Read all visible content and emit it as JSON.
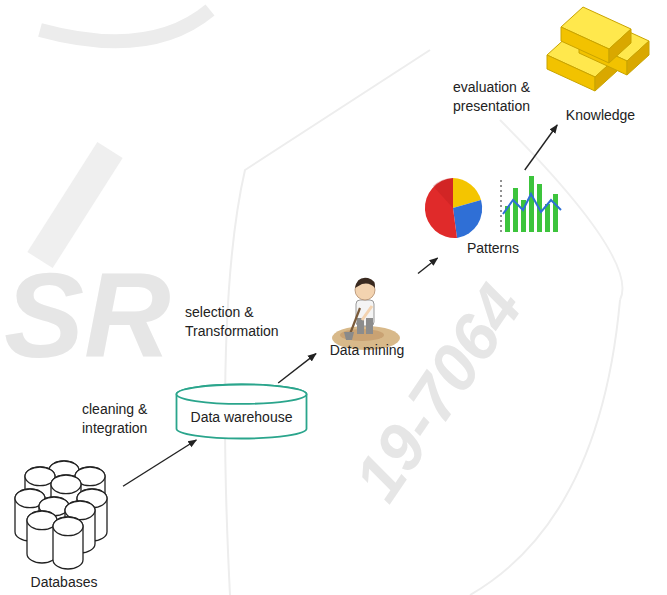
{
  "diagram": {
    "nodes": [
      {
        "text": [
          "Databases"
        ]
      },
      {
        "text": [
          "Data warehouse"
        ]
      },
      {
        "text": [
          "Data mining"
        ]
      },
      {
        "text": [
          "Patterns"
        ]
      },
      {
        "text": [
          "Knowledge"
        ]
      }
    ],
    "edges": [
      {
        "from": 0,
        "to": 1,
        "label": "cleaning & integration",
        "arrow": "to"
      },
      {
        "from": 1,
        "to": 2,
        "label": "selection & Transformation",
        "arrow": "to"
      },
      {
        "from": 2,
        "to": 3,
        "arrow": "to"
      },
      {
        "from": 3,
        "to": 4,
        "label": "evaluation & presentation",
        "arrow": "to"
      }
    ],
    "labels": [
      "SR",
      "19-7064"
    ]
  }
}
